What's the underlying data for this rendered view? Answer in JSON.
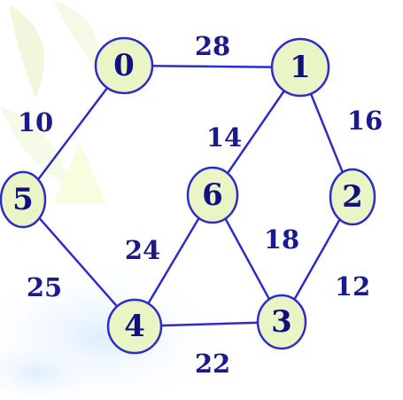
{
  "graph": {
    "node_fill": "#eaf5c6",
    "node_stroke": "#2c2cc9",
    "edge_color": "#2c2cc9",
    "label_color": "#1a1a8c",
    "background_decoration": {
      "swirl_color": "#eff8d8",
      "cloud_color": "#e6f3ff"
    },
    "nodes": [
      {
        "id": "0",
        "label": "0"
      },
      {
        "id": "1",
        "label": "1"
      },
      {
        "id": "2",
        "label": "2"
      },
      {
        "id": "3",
        "label": "3"
      },
      {
        "id": "4",
        "label": "4"
      },
      {
        "id": "5",
        "label": "5"
      },
      {
        "id": "6",
        "label": "6"
      }
    ],
    "edges": [
      {
        "from": "0",
        "to": "1",
        "weight": "28"
      },
      {
        "from": "0",
        "to": "5",
        "weight": "10"
      },
      {
        "from": "1",
        "to": "6",
        "weight": "14"
      },
      {
        "from": "1",
        "to": "2",
        "weight": "16"
      },
      {
        "from": "6",
        "to": "4",
        "weight": "24"
      },
      {
        "from": "6",
        "to": "3",
        "weight": "18"
      },
      {
        "from": "2",
        "to": "3",
        "weight": "12"
      },
      {
        "from": "5",
        "to": "4",
        "weight": "25"
      },
      {
        "from": "4",
        "to": "3",
        "weight": "22"
      }
    ]
  }
}
